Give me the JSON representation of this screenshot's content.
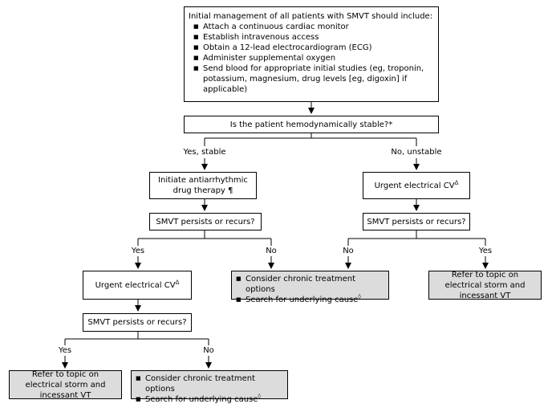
{
  "initial": {
    "title": "Initial management of all patients with SMVT should include:",
    "items": [
      "Attach a continuous cardiac monitor",
      "Establish intravenous access",
      "Obtain a 12-lead electrocardiogram (ECG)",
      "Administer supplemental oxygen",
      "Send blood for appropriate initial studies (eg, troponin, potassium, magnesium, drug levels [eg, digoxin] if applicable)"
    ]
  },
  "question_stable": "Is the patient hemodynamically stable?*",
  "label_stable": "Yes, stable",
  "label_unstable": "No, unstable",
  "antiarrhythmic": "Initiate antiarrhythmic drug therapy ¶",
  "urgent_cv": "Urgent electrical CV",
  "delta_mark": "Δ",
  "persists_q": "SMVT persists or recurs?",
  "yes": "Yes",
  "no": "No",
  "chronic_items": [
    "Consider chronic treatment options",
    "Search for underlying cause"
  ],
  "diamond_mark": "◊",
  "refer_storm": "Refer to topic on electrical storm and incessant VT"
}
